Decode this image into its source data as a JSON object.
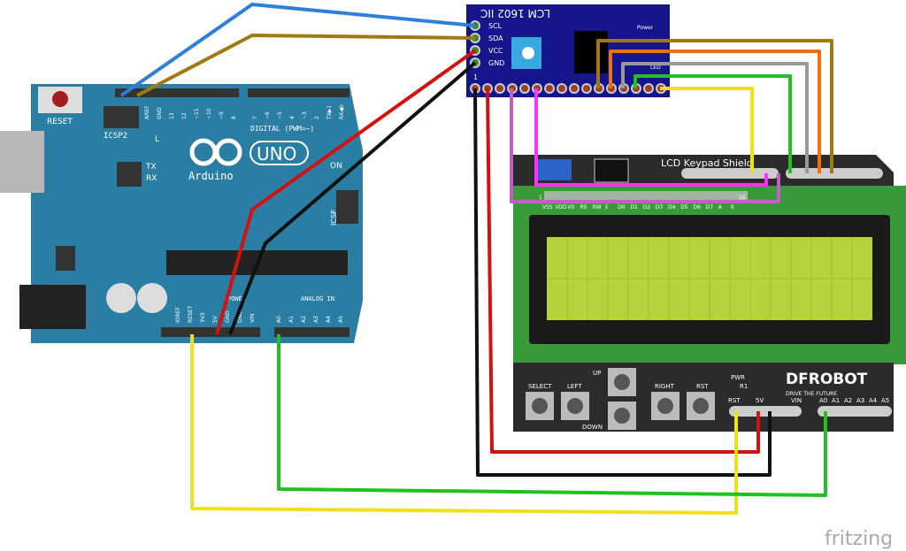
{
  "arduino": {
    "board_name": "UNO",
    "brand": "Arduino",
    "reset_label": "RESET",
    "icsp2_label": "ICSP2",
    "icsp_label": "ICSP",
    "digital_label": "DIGITAL (PWM=~)",
    "power_label": "POWER",
    "analog_label": "ANALOG IN",
    "led_labels": [
      "L",
      "TX",
      "RX",
      "ON"
    ],
    "top_pins": [
      "AREF",
      "GND",
      "13",
      "12",
      "~11",
      "~10",
      "~9",
      "8",
      "7",
      "~6",
      "~5",
      "4",
      "~3",
      "2",
      "TX▶1",
      "RX◀0"
    ],
    "power_pins": [
      "IOREF",
      "RESET",
      "3V3",
      "5V",
      "GND",
      "GND",
      "VIN"
    ],
    "analog_pins": [
      "A0",
      "A1",
      "A2",
      "A3",
      "A4",
      "A5"
    ]
  },
  "i2c": {
    "title": "LCM 1602 IIC",
    "pins": [
      "SCL",
      "SDA",
      "VCC",
      "GND"
    ],
    "power_label": "Power",
    "led_label": "LED",
    "pin1_label": "1"
  },
  "shield": {
    "title": "LCD Keypad Shield",
    "lcd_pins": [
      "VSS",
      "VDD",
      "V0",
      "RS",
      "RW",
      "E",
      "D0",
      "D1",
      "D2",
      "D3",
      "D4",
      "D5",
      "D6",
      "D7",
      "A",
      "K"
    ],
    "pin_first": "1",
    "pin_last": "16",
    "buttons": [
      "SELECT",
      "LEFT",
      "UP",
      "DOWN",
      "RIGHT",
      "RST"
    ],
    "pwr_label": "PWR",
    "r1_label": "R1",
    "brand": "DFROBOT",
    "tagline": "DRIVE THE FUTURE",
    "power_header": [
      "RST",
      "5V",
      "VIN"
    ],
    "analog_header": [
      "A0",
      "A1",
      "A2",
      "A3",
      "A4",
      "A5"
    ]
  },
  "watermark": "fritzing",
  "colors": {
    "board": "#2a7ea4",
    "i2c": "#16168c",
    "shield_dark": "#2b2b2b",
    "shield_pcb": "#3a9a3a",
    "lcd": "#b5d33c"
  }
}
